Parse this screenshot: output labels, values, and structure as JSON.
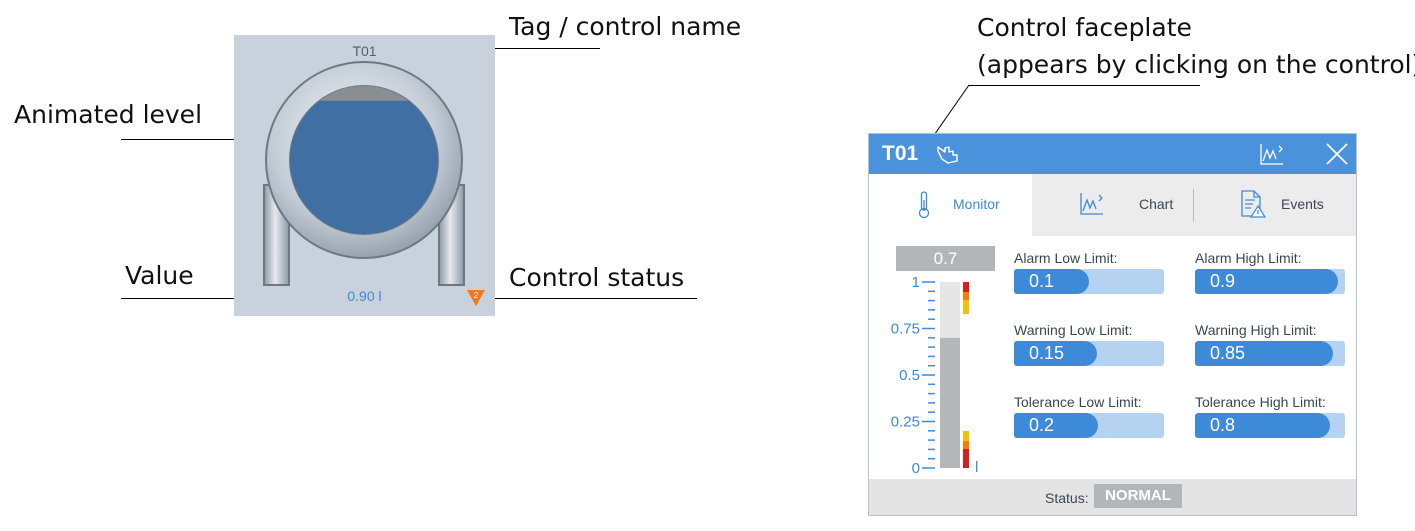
{
  "annotations": {
    "tag_name": "Tag / control name",
    "animated_level": "Animated level",
    "value": "Value",
    "control_status": "Control status",
    "faceplate_line1": "Control faceplate",
    "faceplate_line2": "(appears by clicking on the control)"
  },
  "tank": {
    "tag": "T01",
    "value_text": "0.90 l",
    "level_fraction": 0.9,
    "status_icon": "warning-triangle-icon",
    "status_color": "#f07a1a",
    "level_color": "#3f6fa3"
  },
  "faceplate": {
    "title": "T01",
    "header_icons": [
      "hand-icon",
      "chart-icon",
      "close-icon"
    ],
    "header_color": "#4a92dc",
    "tabs": [
      {
        "label": "Monitor",
        "icon": "thermometer-icon",
        "active": true
      },
      {
        "label": "Chart",
        "icon": "chart-icon",
        "active": false
      },
      {
        "label": "Events",
        "icon": "document-warning-icon",
        "active": false
      }
    ],
    "gauge": {
      "readout": "0.7",
      "value": 0.7,
      "ticks": [
        "1",
        "0.75",
        "0.5",
        "0.25",
        "0"
      ],
      "unit": "l",
      "range": [
        0,
        1
      ]
    },
    "limits": [
      {
        "label": "Alarm Low Limit:",
        "value": "0.1",
        "fill": 0.5
      },
      {
        "label": "Alarm High Limit:",
        "value": "0.9",
        "fill": 0.95
      },
      {
        "label": "Warning Low Limit:",
        "value": "0.15",
        "fill": 0.55
      },
      {
        "label": "Warning High Limit:",
        "value": "0.85",
        "fill": 0.92
      },
      {
        "label": "Tolerance Low Limit:",
        "value": "0.2",
        "fill": 0.56
      },
      {
        "label": "Tolerance High Limit:",
        "value": "0.8",
        "fill": 0.9
      }
    ],
    "status_label": "Status:",
    "status_value": "NORMAL",
    "accent_color": "#3d8ad8"
  }
}
